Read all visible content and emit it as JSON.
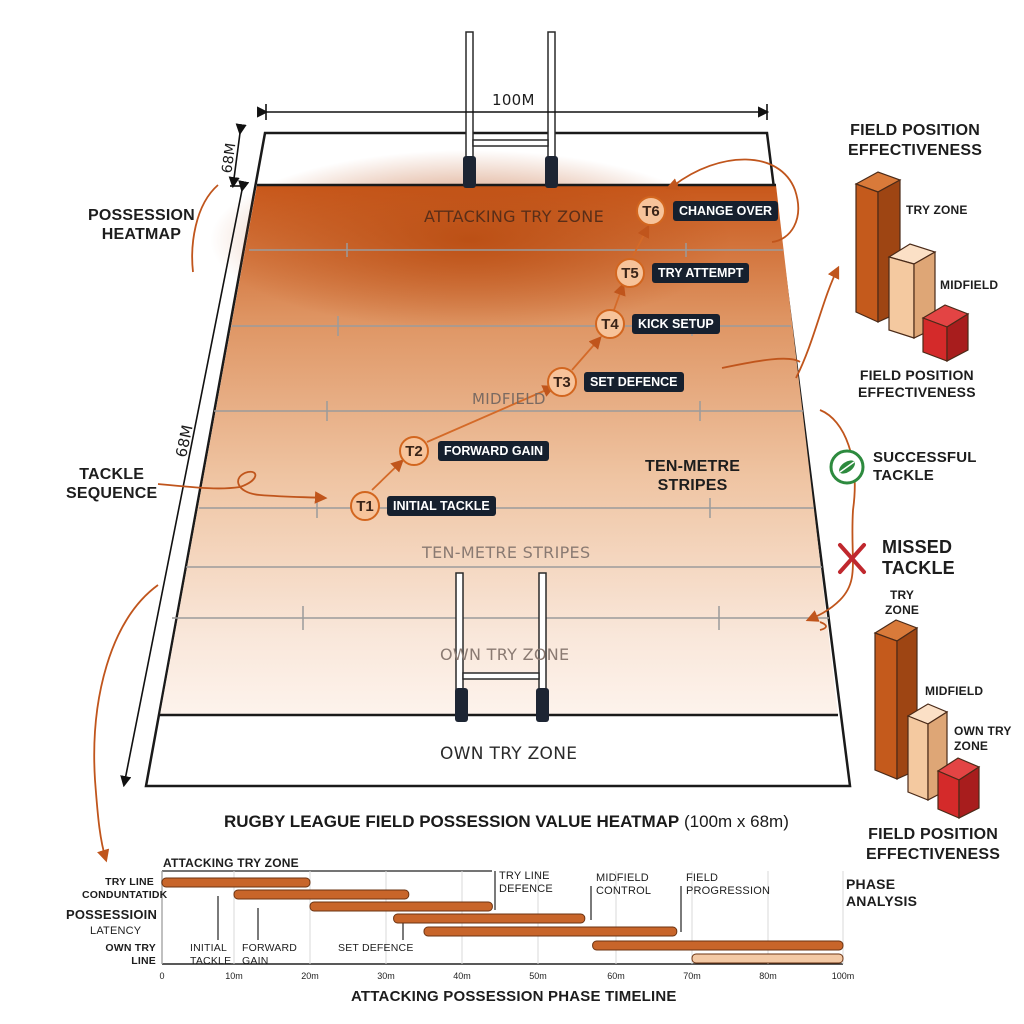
{
  "field": {
    "width_label": "100m",
    "depth_label_top": "68m",
    "depth_label_side": "68m",
    "zone_attacking": "ATTACKING TRY ZONE",
    "zone_midfield": "MIDFIELD",
    "zone_stripes": "TEN-METRE STRIPES",
    "zone_own_inner": "OWN TRY ZONE",
    "zone_own": "OWN TRY ZONE",
    "stripes_callout": "TEN-METRE\nSTRIPES"
  },
  "left_labels": {
    "possession_heatmap": "POSSESSION\nHEATMAP",
    "tackle_sequence": "TACKLE\nSEQUENCE"
  },
  "sequence": [
    {
      "id": "T1",
      "label": "INITIAL TACKLE"
    },
    {
      "id": "T2",
      "label": "FORWARD GAIN"
    },
    {
      "id": "T3",
      "label": "SET DEFENCE"
    },
    {
      "id": "T4",
      "label": "KICK SETUP"
    },
    {
      "id": "T5",
      "label": "TRY ATTEMPT"
    },
    {
      "id": "T6",
      "label": "CHANGE OVER"
    }
  ],
  "right_panel": {
    "title_top": "FIELD POSITION\nEFFECTIVENESS",
    "bars_top": [
      {
        "label": "TRY ZONE",
        "color": "#c45a1c"
      },
      {
        "label": "MIDFIELD",
        "color": "#f4c9a0"
      },
      {
        "label": "",
        "color": "#d42a2a"
      }
    ],
    "caption_mid": "FIELD POSITION\nEFFECTIVENESS",
    "legend_success": "SUCCESSFUL\nTACKLE",
    "legend_missed": "MISSED\nTACKLE",
    "bars_bottom": [
      {
        "label": "TRY\nZONE",
        "color": "#c45a1c"
      },
      {
        "label": "MIDFIELD",
        "color": "#f4c9a0"
      },
      {
        "label": "OWN TRY\nZONE",
        "color": "#d42a2a"
      }
    ],
    "title_bottom": "FIELD POSITION\nEFFECTIVENESS"
  },
  "main_title": "RUGBY LEAGUE FIELD POSSESSION VALUE HEATMAP",
  "main_title_suffix": "(100m x 68m)",
  "timeline": {
    "title": "ATTACKING POSSESSION PHASE TIMELINE",
    "top_label": "ATTACKING TRY ZONE",
    "row_labels": {
      "try_line": "TRY LINE\nCONDUNTATIDK",
      "possession": "POSSESSIOIN",
      "latency": "LATENCY",
      "own_try_line": "OWN TRY\nLINE"
    },
    "phase_labels": {
      "try_line_defence": "TRY LINE\nDEFENCE",
      "midfield_control": "MIDFIELD\nCONTROL",
      "field_progression": "FIELD\nPROGRESSION",
      "phase_analysis": "PHASE\nANALYSIS",
      "initial_tackle": "INITIAL\nTACKLE",
      "forward_gain": "FORWARD\nGAIN",
      "set_defence": "SET DEFENCE"
    },
    "ticks": [
      "0",
      "10m",
      "20m",
      "30m",
      "40m",
      "50m",
      "60m",
      "70m",
      "80m",
      "100m"
    ],
    "bars": [
      {
        "start": 0,
        "end": 20,
        "color": "#c8652a"
      },
      {
        "start": 10,
        "end": 33,
        "color": "#c8652a"
      },
      {
        "start": 20,
        "end": 44,
        "color": "#c8652a"
      },
      {
        "start": 31,
        "end": 56,
        "color": "#c8652a"
      },
      {
        "start": 35,
        "end": 68,
        "color": "#c8652a"
      },
      {
        "start": 57,
        "end": 100,
        "color": "#c8652a"
      },
      {
        "start": 70,
        "end": 100,
        "color": "#f3c9a5"
      }
    ]
  }
}
